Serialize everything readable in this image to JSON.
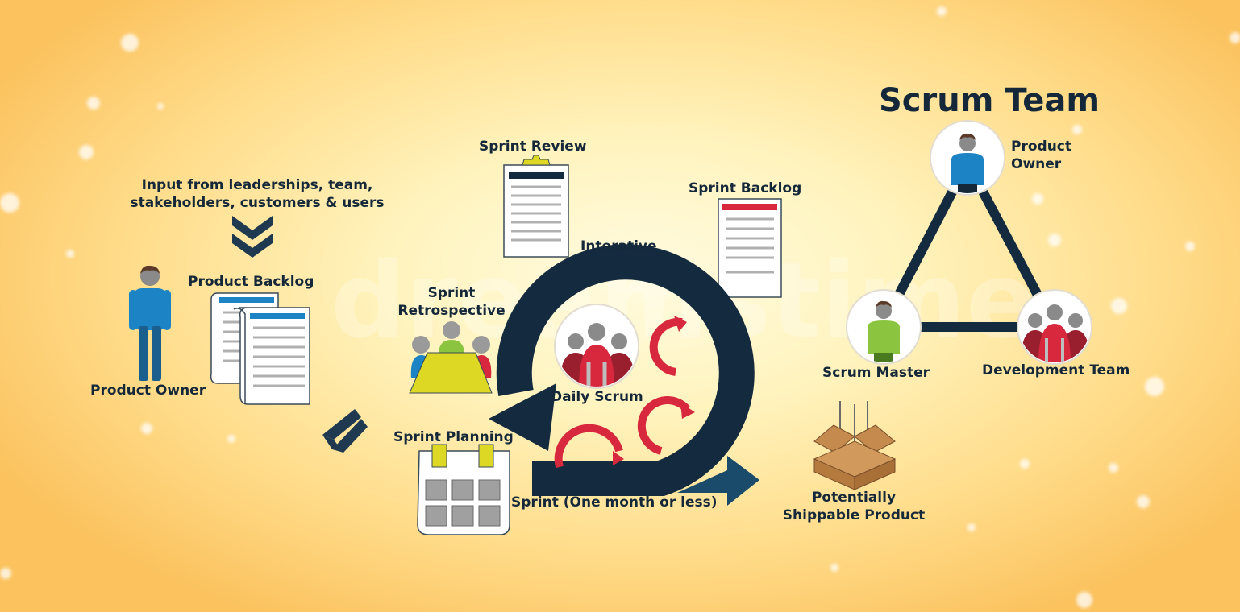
{
  "scrum_team": {
    "title": "Scrum Team",
    "product_owner": "Product\nOwner",
    "scrum_master": "Scrum Master",
    "development_team": "Development Team"
  },
  "input": {
    "line1": "Input from leaderships, team,",
    "line2": "stakeholders, customers & users"
  },
  "product_owner_label": "Product Owner",
  "product_backlog_label": "Product Backlog",
  "sprint_review_label": "Sprint Review",
  "sprint_backlog_label": "Sprint Backlog",
  "interative_label": "Interative",
  "sprint_retrospective": {
    "line1": "Sprint",
    "line2": "Retrospective"
  },
  "daily_scrum_label": "Daily Scrum",
  "sprint_planning_label": "Sprint Planning",
  "sprint_label": "Sprint (One month or less)",
  "shippable": {
    "line1": "Potentially",
    "line2": "Shippable Product"
  },
  "watermark": "dreamstime",
  "colors": {
    "navy": "#142b3f",
    "red": "#d7283d",
    "blue": "#1c84c4",
    "yellow": "#dcd824",
    "green": "#8bc53f",
    "box": "#c48a4e",
    "arrow_blue": "#1b4b6b"
  },
  "icons": [
    "chevrons-down-icon",
    "chevrons-right-icon",
    "person-icon",
    "document-icon",
    "clipboard-icon",
    "meeting-table-icon",
    "calendar-icon",
    "cycle-arrow-icon",
    "open-box-icon",
    "team-avatar-icon"
  ]
}
